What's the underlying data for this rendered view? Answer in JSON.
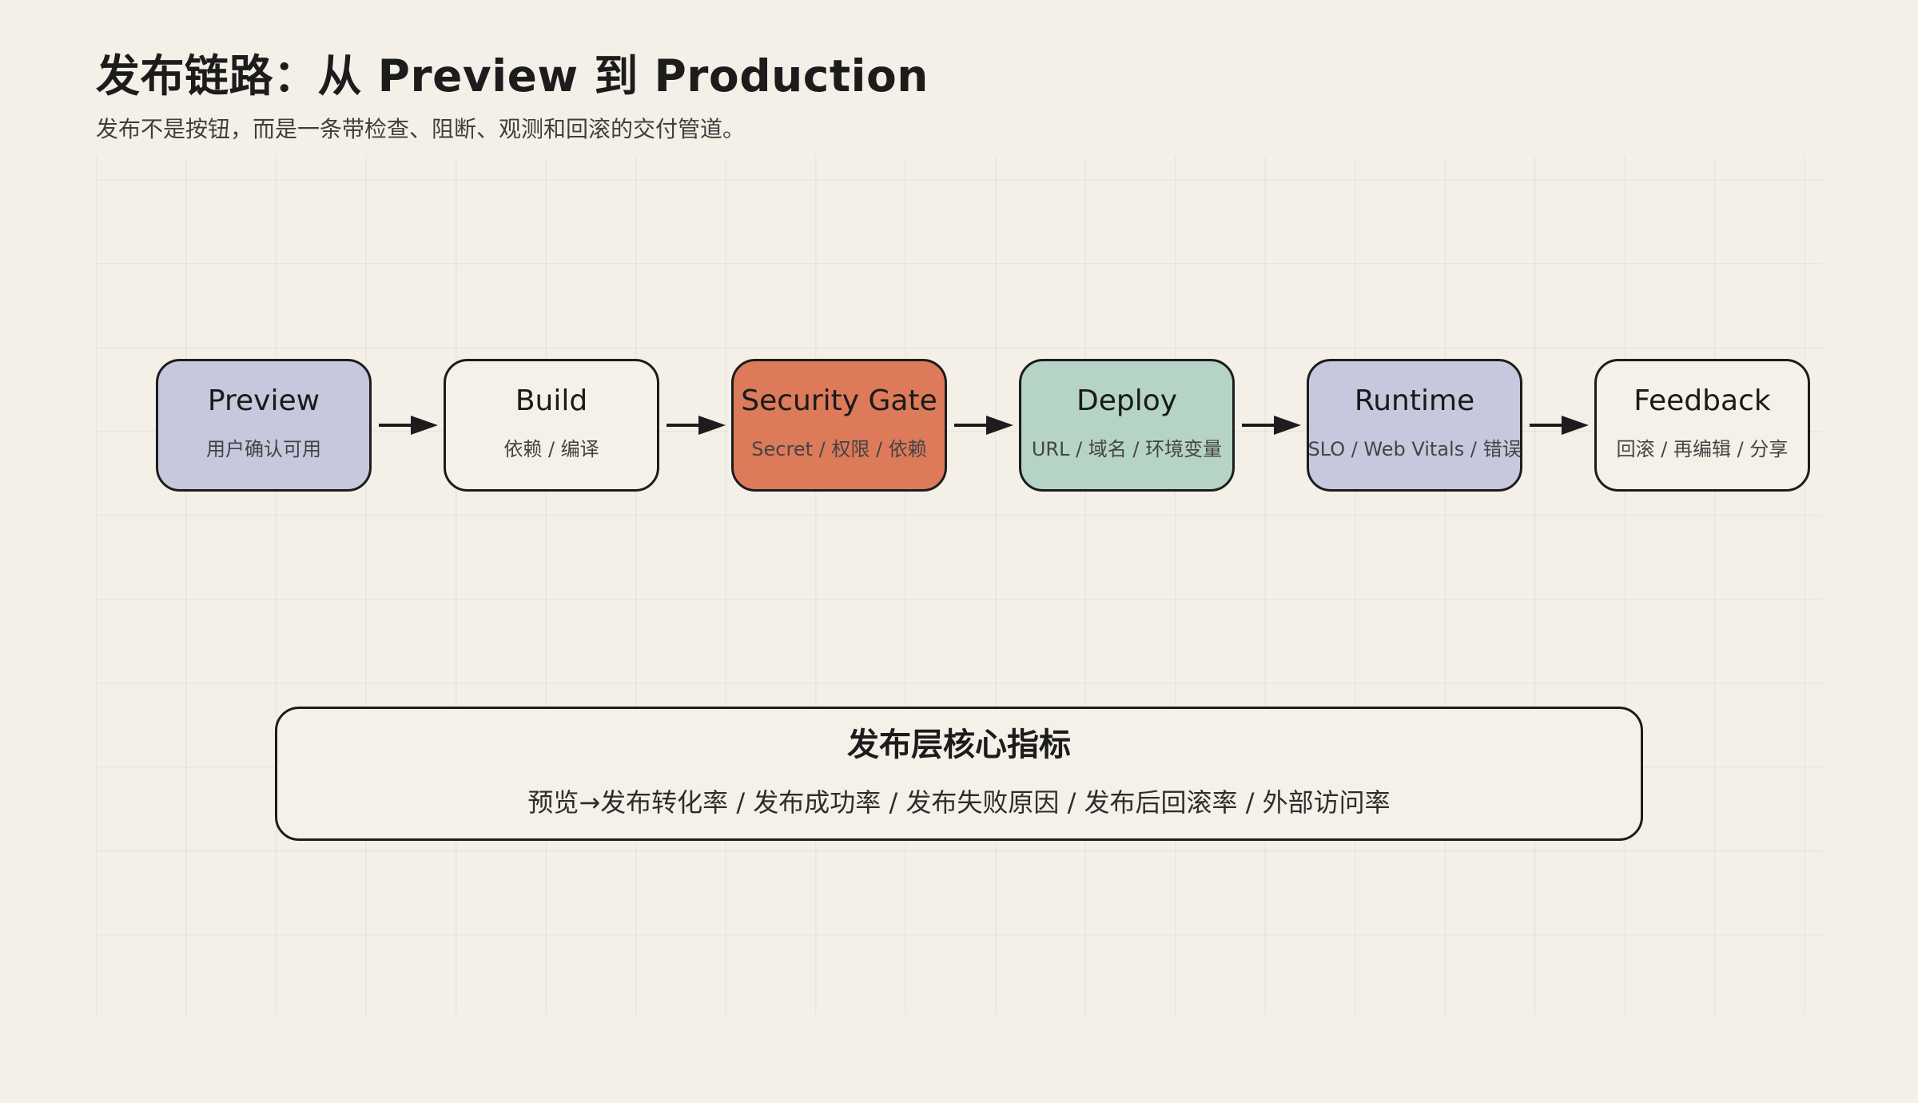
{
  "header": {
    "title": "发布链路：从 Preview 到 Production",
    "subtitle": "发布不是按钮，而是一条带检查、阻断、观测和回滚的交付管道。"
  },
  "pipeline": {
    "nodes": [
      {
        "id": "preview",
        "title": "Preview",
        "detail": "用户确认可用",
        "color": "#c7c8de"
      },
      {
        "id": "build",
        "title": "Build",
        "detail": "依赖 / 编译",
        "color": "#f5f1e9"
      },
      {
        "id": "security-gate",
        "title": "Security Gate",
        "detail": "Secret / 权限 / 依赖",
        "color": "#dd7a5a"
      },
      {
        "id": "deploy",
        "title": "Deploy",
        "detail": "URL / 域名 / 环境变量",
        "color": "#b6d4c6"
      },
      {
        "id": "runtime",
        "title": "Runtime",
        "detail": "SLO / Web Vitals / 错误",
        "color": "#c7c8de"
      },
      {
        "id": "feedback",
        "title": "Feedback",
        "detail": "回滚 / 再编辑 / 分享",
        "color": "#f5f1e9"
      }
    ]
  },
  "metrics": {
    "title": "发布层核心指标",
    "items": "预览→发布转化率 / 发布成功率 / 发布失败原因 / 发布后回滚率 / 外部访问率"
  }
}
